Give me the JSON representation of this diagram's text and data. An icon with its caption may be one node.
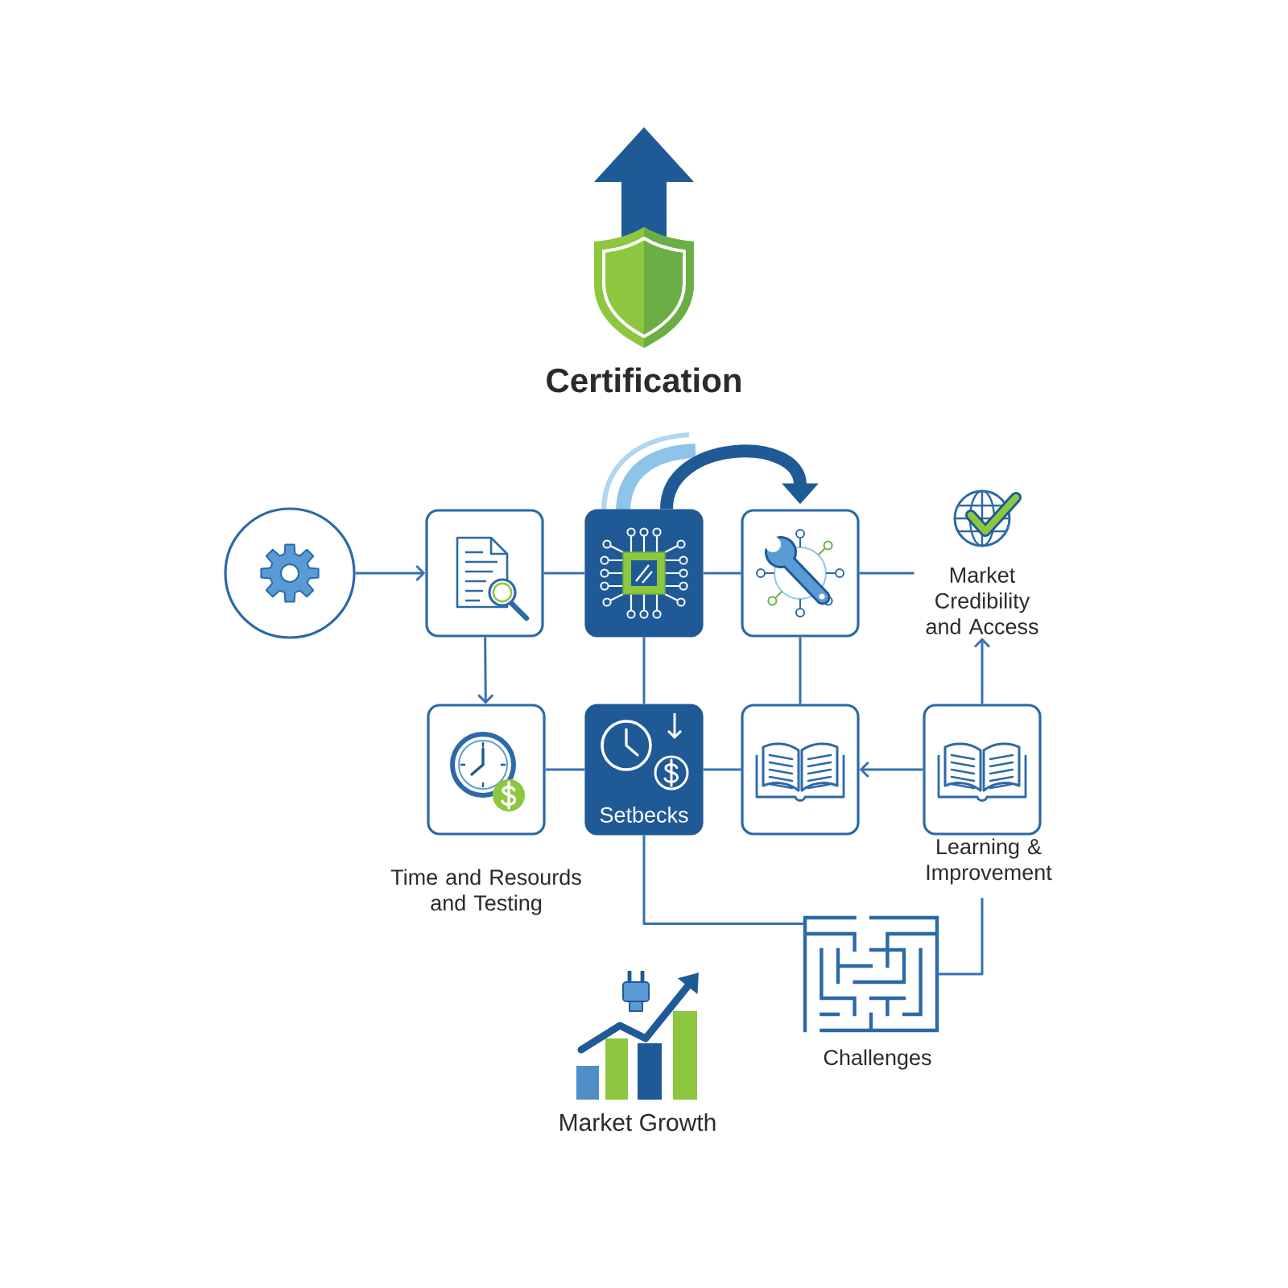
{
  "diagram": {
    "nodes": [
      {
        "text": [],
        "shape": "circle"
      },
      {
        "text": [],
        "shape": "box"
      },
      {
        "text": [],
        "shape": "box"
      },
      {
        "text": [],
        "shape": "box"
      },
      {
        "text": [
          "Market Credibility and Access"
        ]
      },
      {
        "text": [
          "Time and Resourds and Testing"
        ]
      },
      {
        "text": [
          "Setbecks"
        ]
      },
      {
        "text": [],
        "shape": "box"
      },
      {
        "text": [
          "Learning & Improvement"
        ]
      },
      {
        "text": [
          "Challenges"
        ]
      }
    ],
    "edges": [
      {
        "from": 0,
        "to": 1,
        "arrow": "to"
      },
      {
        "from": 1,
        "to": 2,
        "arrow": "none"
      },
      {
        "from": 2,
        "to": 3,
        "arrow": "none"
      },
      {
        "from": 3,
        "to": 4,
        "arrow": "none"
      },
      {
        "from": 2,
        "to": 3,
        "arrow": "to",
        "style": "thick",
        "color": "#1f5a96"
      },
      {
        "from": 1,
        "to": 5,
        "arrow": "to"
      },
      {
        "from": 2,
        "to": 6,
        "arrow": "none"
      },
      {
        "from": 3,
        "to": 7,
        "arrow": "none"
      },
      {
        "from": 5,
        "to": 6,
        "arrow": "none"
      },
      {
        "from": 6,
        "to": 7,
        "arrow": "none"
      },
      {
        "from": 8,
        "to": 7,
        "arrow": "to"
      },
      {
        "from": 8,
        "to": 4,
        "arrow": "to"
      },
      {
        "from": 6,
        "to": 9,
        "arrow": "none"
      },
      {
        "from": 8,
        "to": 9,
        "arrow": "none"
      }
    ],
    "labels": [
      "Certification",
      "Market Growth"
    ]
  }
}
